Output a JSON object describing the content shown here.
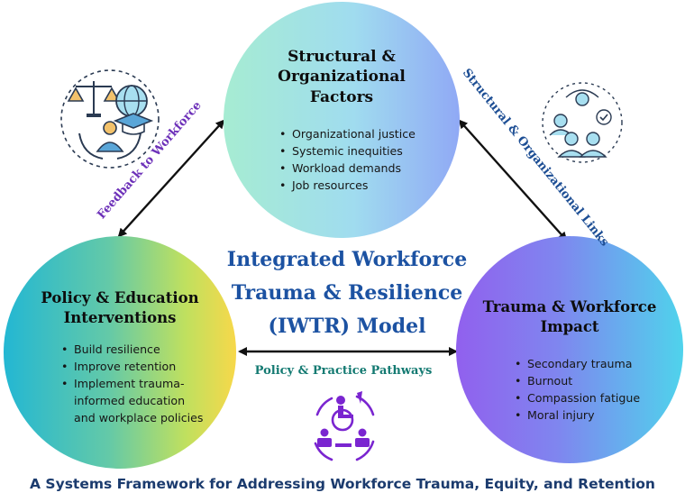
{
  "nodes": {
    "top": {
      "title": "Structural & Organizational Factors",
      "items": [
        "Organizational justice",
        "Systemic inequities",
        "Workload demands",
        "Job resources"
      ]
    },
    "left": {
      "title": "Policy & Education Interventions",
      "items": [
        "Build resilience",
        "Improve retention",
        "Implement trauma-informed education and workplace policies"
      ]
    },
    "right": {
      "title": "Trauma & Workforce Impact",
      "items": [
        "Secondary trauma",
        "Burnout",
        "Compassion fatigue",
        "Moral injury"
      ]
    }
  },
  "center": {
    "line1": "Integrated Workforce",
    "line2": "Trauma & Resilience",
    "line3": "(IWTR) Model"
  },
  "edges": {
    "feedback": "Feedback to Workforce",
    "links": "Structural & Organizational Links",
    "pathways": "Policy & Practice Pathways"
  },
  "subtitle": "A Systems Framework for Addressing Workforce Trauma, Equity, and Retention",
  "icons": {
    "top_left": "justice-education-icon",
    "top_right": "team-collaboration-icon",
    "bottom": "accessibility-teamwork-icon"
  },
  "colors": {
    "title_blue": "#1c52a2",
    "feedback_purple": "#6d31b9",
    "links_blue": "#1d4e94",
    "pathways_teal": "#147a72",
    "subtitle_navy": "#1b3b6e"
  }
}
